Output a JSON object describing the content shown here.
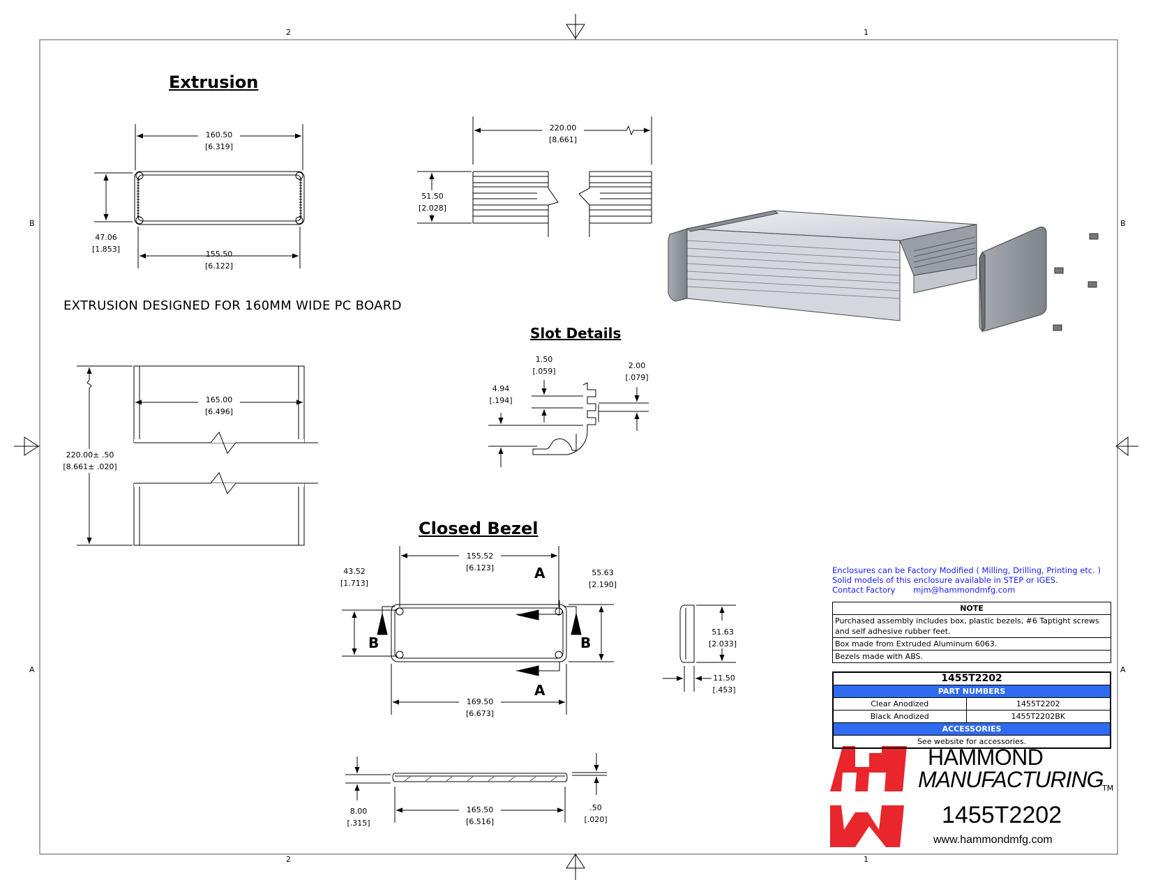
{
  "zones": {
    "top_left": "2",
    "top_right": "1",
    "bottom_left": "2",
    "bottom_right": "1",
    "left_upper": "B",
    "left_lower": "A",
    "right_upper": "B",
    "right_lower": "A"
  },
  "titles": {
    "extrusion": "Extrusion",
    "slot_details": "Slot Details",
    "closed_bezel": "Closed Bezel"
  },
  "extrusion_note": "EXTRUSION DESIGNED FOR 160MM WIDE PC BOARD",
  "dims": {
    "w_outer": {
      "mm": "160.50",
      "in": "[6.319]"
    },
    "w_inner": {
      "mm": "155.50",
      "in": "[6.122]"
    },
    "h_ext": {
      "mm": "47.06",
      "in": "[1.853]"
    },
    "len_side": {
      "mm": "220.00",
      "in": "[8.661]"
    },
    "h_side": {
      "mm": "51.50",
      "in": "[2.028]"
    },
    "w_top": {
      "mm": "165.00",
      "in": "[6.496]"
    },
    "len_top": {
      "mm": "220.00± .50",
      "in": "[8.661± .020]"
    },
    "slot_w": {
      "mm": "1.50",
      "in": "[.059]"
    },
    "slot_d": {
      "mm": "4.94",
      "in": "[.194]"
    },
    "slot_2": {
      "mm": "2.00",
      "in": "[.079]"
    },
    "bz_hole_w": {
      "mm": "155.52",
      "in": "[6.123]"
    },
    "bz_hole_h": {
      "mm": "43.52",
      "in": "[1.713]"
    },
    "bz_h": {
      "mm": "55.63",
      "in": "[2.190]"
    },
    "bz_w": {
      "mm": "169.50",
      "in": "[6.673]"
    },
    "bz_side_h": {
      "mm": "51.63",
      "in": "[2.033]"
    },
    "bz_side_t": {
      "mm": "11.50",
      "in": "[.453]"
    },
    "bz_bot_t": {
      "mm": "8.00",
      "in": "[.315]"
    },
    "bz_bot_w": {
      "mm": "165.50",
      "in": "[6.516]"
    },
    "bz_bot_lip": {
      "mm": ".50",
      "in": "[.020]"
    }
  },
  "section_labels": {
    "a": "A",
    "b": "B"
  },
  "info_lines": [
    "Enclosures can be Factory Modified ( Milling, Drilling, Printing etc. )",
    "Solid models of this enclosure available in STEP or IGES."
  ],
  "contact": {
    "label": "Contact Factory",
    "email": "mjm@hammondmfg.com"
  },
  "note": {
    "header": "NOTE",
    "lines": [
      "Purchased assembly includes box, plastic bezels, #6 Taptight screws and self adhesive rubber feet.",
      "Box made from Extruded Aluminum 6063.",
      "Bezels made with ABS."
    ]
  },
  "parts": {
    "number": "1455T2202",
    "band": "PART NUMBERS",
    "rows": [
      {
        "finish": "Clear Anodized",
        "pn": "1455T2202"
      },
      {
        "finish": "Black Anodized",
        "pn": "1455T2202BK"
      }
    ],
    "acc_band": "ACCESSORIES",
    "acc_text": "See website for accessories."
  },
  "brand": {
    "line1": "HAMMOND",
    "line2": "MANUFACTURING",
    "tm": "TM",
    "part": "1455T2202",
    "url": "www.hammondmfg.com"
  },
  "colors": {
    "logo_red": "#e8262b",
    "band_blue": "#2e6bf0",
    "info_blue": "#1a1aff"
  }
}
